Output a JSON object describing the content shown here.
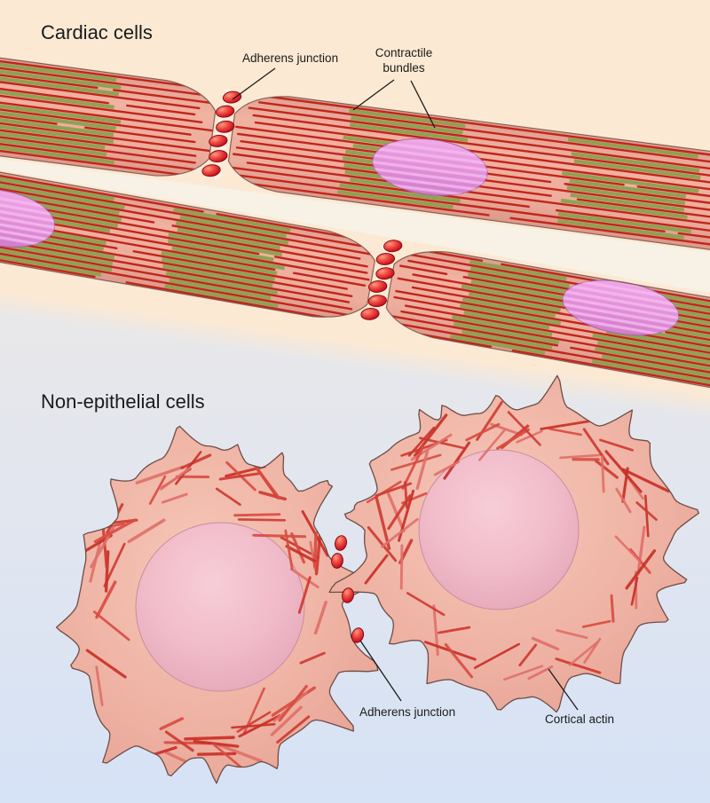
{
  "figure": {
    "cardiac": {
      "title": "Cardiac cells",
      "labels": {
        "adherens_junction": "Adherens junction",
        "contractile_line1": "Contractile",
        "contractile_line2": "bundles"
      }
    },
    "nonepithelial": {
      "title": "Non-epithelial cells",
      "labels": {
        "adherens_junction": "Adherens junction",
        "cortical_actin": "Cortical actin"
      }
    }
  },
  "colors": {
    "background_top": "#fbe9d3",
    "background_mid": "#e9e8ea",
    "background_bottom": "#d6e2f6",
    "fiber_body": "#eeb0a0",
    "fiber_outline": "#7a564d",
    "stripe_red": "#c2251c",
    "bundle_green": "#8da150",
    "cardiac_nucleus": "#e494de",
    "cardiac_nucleus_stripe": "#f6baf0",
    "junction_oval_stroke": "#7c060e",
    "cell_body": "#efb4a5",
    "cell_outline": "#6d4d46",
    "round_nucleus": "#f1bcca",
    "actin_reds": [
      "#cf3b32",
      "#c93028",
      "#e0706a",
      "#d94d42"
    ],
    "label_text": "#1b1b1b"
  }
}
